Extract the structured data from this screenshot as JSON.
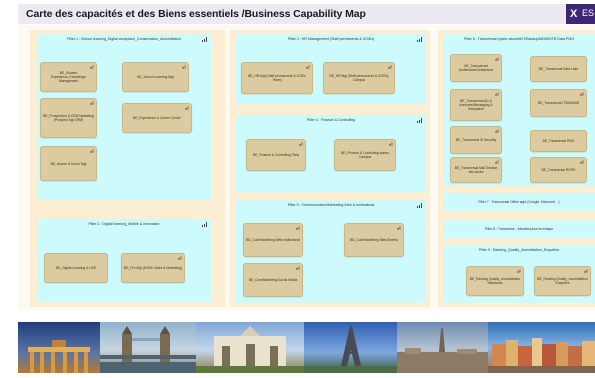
{
  "header": {
    "title": "Carte des capacités et des Biens essentiels /Business Capability Map",
    "logo_text": "ES"
  },
  "pillars": {
    "p1": {
      "title": "Pilier 1 : School learning_Digital workplace_Conservation_Accreditation",
      "caps": [
        "BE_Student Experience_Knowledge Management",
        "BE_School Learning Mgt",
        "BE_Prospection & CRM Marketing (Prospect Sgt CRM)",
        "BE_Experience & Career Center",
        "BE_Alumni & Donor Mgt"
      ]
    },
    "p2": {
      "title": "Pilier 2 : Digital learning_Mobile & innovation",
      "caps": [
        "BE_Digital Learning & LMS",
        "BE_Pre Mgt (EdTeh Sales & Marketing)"
      ]
    },
    "p3": {
      "title": "Pilier 3 : HR Management (Staff permanents & ICSEs)",
      "caps": [
        "BE_HR Mgt (Staff permanents & ICSEs Team)",
        "BE_HR Mgt (Staff permanents & ICSEs) Campus"
      ]
    },
    "p4": {
      "title": "Pilier 4 : Finance & Controlling",
      "caps": [
        "BE_Finance & Controlling Paris",
        "BE_Finance & Controlling autres Campus"
      ]
    },
    "p5": {
      "title": "Pilier 5 : Communication/Marketing Web & Institutional",
      "caps": [
        "BE_Com/Marketing Web Institutional",
        "BE_Com/Marketing Sites/Events",
        "BE_Com/Marketing Social Media"
      ]
    },
    "p6": {
      "title": "Pilier 6 : Transversal (cyber-sécurité/IT/Backup/MDM/GTB Data PMO",
      "caps": [
        "BE_Transversal Architecture/Urbanisme",
        "BE_Transversal Data Lake",
        "BE_Transversal AD & Annuaire/Messaging & Workplace",
        "BE_Transversal ITSM/MDM",
        "BE_Transversal SI Security",
        "BE_Transversal PMO",
        "BE_Transversal Mail Gestion des accès",
        "BE_Transversal RGPD"
      ]
    },
    "p7": {
      "title": "Pilier 7 : Transversal Office appl (Google, Microsoft ...)"
    },
    "p8": {
      "title": "Pilier 8 : Transverse : Infrastructure technique"
    },
    "p9": {
      "title": "Pilier 9 : Ranking_Quality_Accreditation_Enquêtes",
      "caps": [
        "BE_Ranking Quality_Accreditation Standards",
        "BE_Ranking Quality_Accreditation Enquêtes"
      ]
    }
  },
  "photos": [
    "brandenburg-gate",
    "tower-bridge-london",
    "puerta-de-alcala-madrid",
    "eiffel-tower-paris",
    "turin-mole-antonelliana",
    "warsaw-old-town"
  ]
}
